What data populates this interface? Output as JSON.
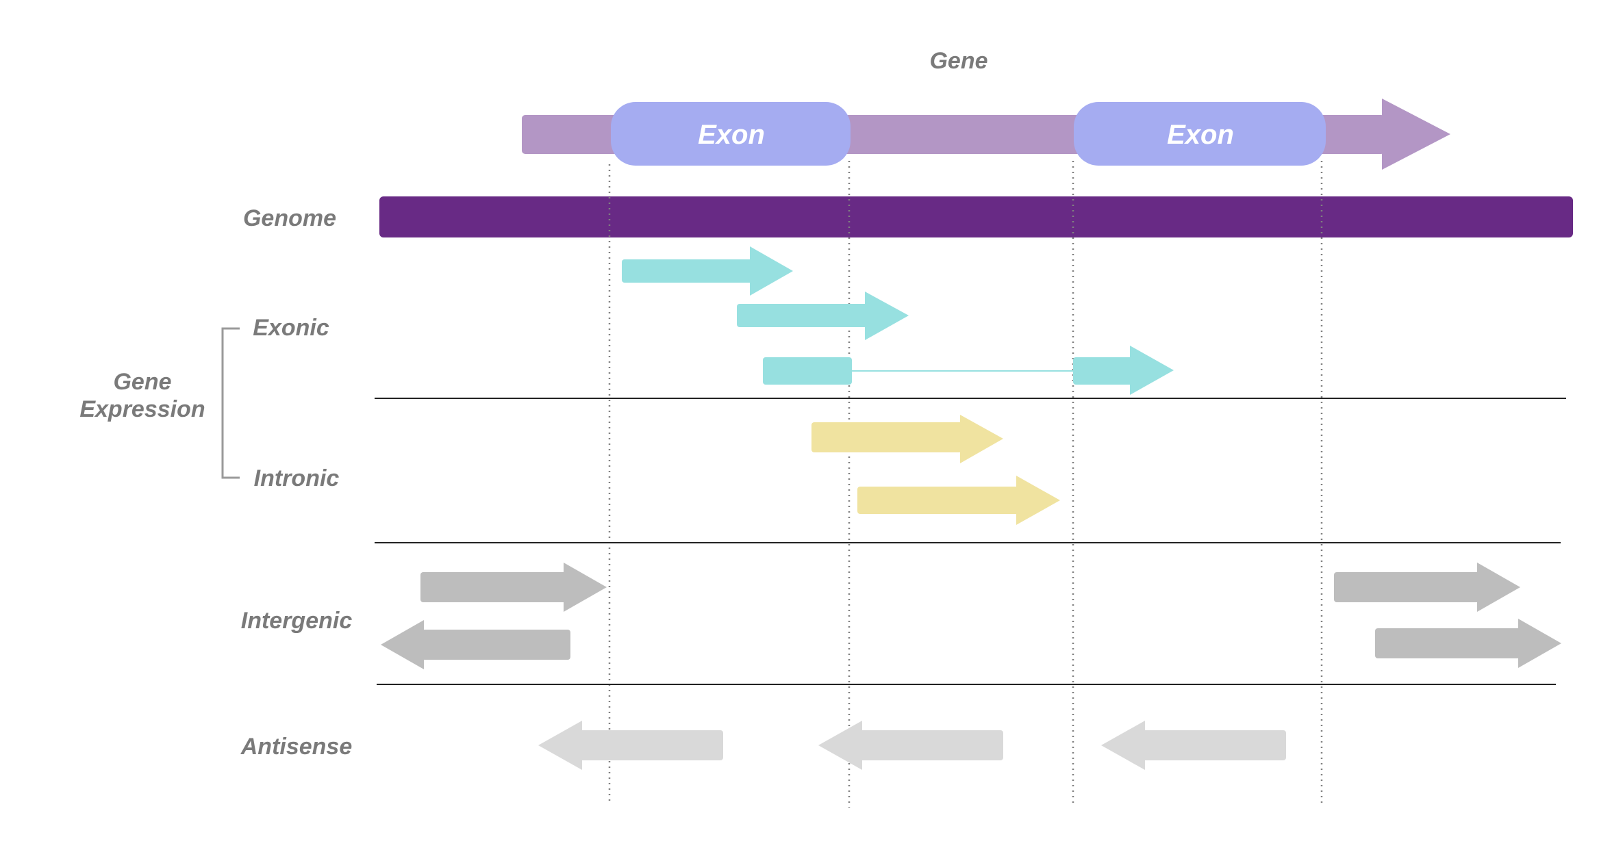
{
  "gene_label": "Gene",
  "exon_labels": [
    "Exon",
    "Exon"
  ],
  "genome_label": "Genome",
  "category_label": "Gene Expression",
  "category_label_lines": [
    "Gene",
    "Expression"
  ],
  "row_labels": {
    "exonic": "Exonic",
    "intronic": "Intronic",
    "intergenic": "Intergenic",
    "antisense": "Antisense"
  },
  "colors": {
    "gene_arrow": "#b396c5",
    "exon": "#a5acf1",
    "genome": "#682a85",
    "exonic": "#97e0e0",
    "intronic": "#f0e3a0",
    "intergenic": "#bdbdbd",
    "antisense": "#d9d9d9",
    "label": "#7a7a7a"
  },
  "read_counts": {
    "exonic": 3,
    "intronic": 2,
    "intergenic": 4,
    "antisense": 3
  }
}
